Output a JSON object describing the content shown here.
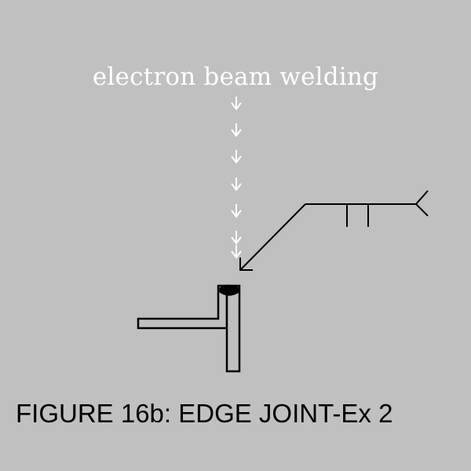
{
  "figure": {
    "beam_label": "electron beam welding",
    "caption": "FIGURE 16b:  EDGE JOINT-Ex 2",
    "colors": {
      "background": "#c0c0c0",
      "beam": "#ffffff",
      "lines": "#000000"
    },
    "icons": {
      "beam_arrows": "dashed-down-arrow",
      "leader_arrow": "arrow-head",
      "tail": "fork-tail"
    }
  }
}
